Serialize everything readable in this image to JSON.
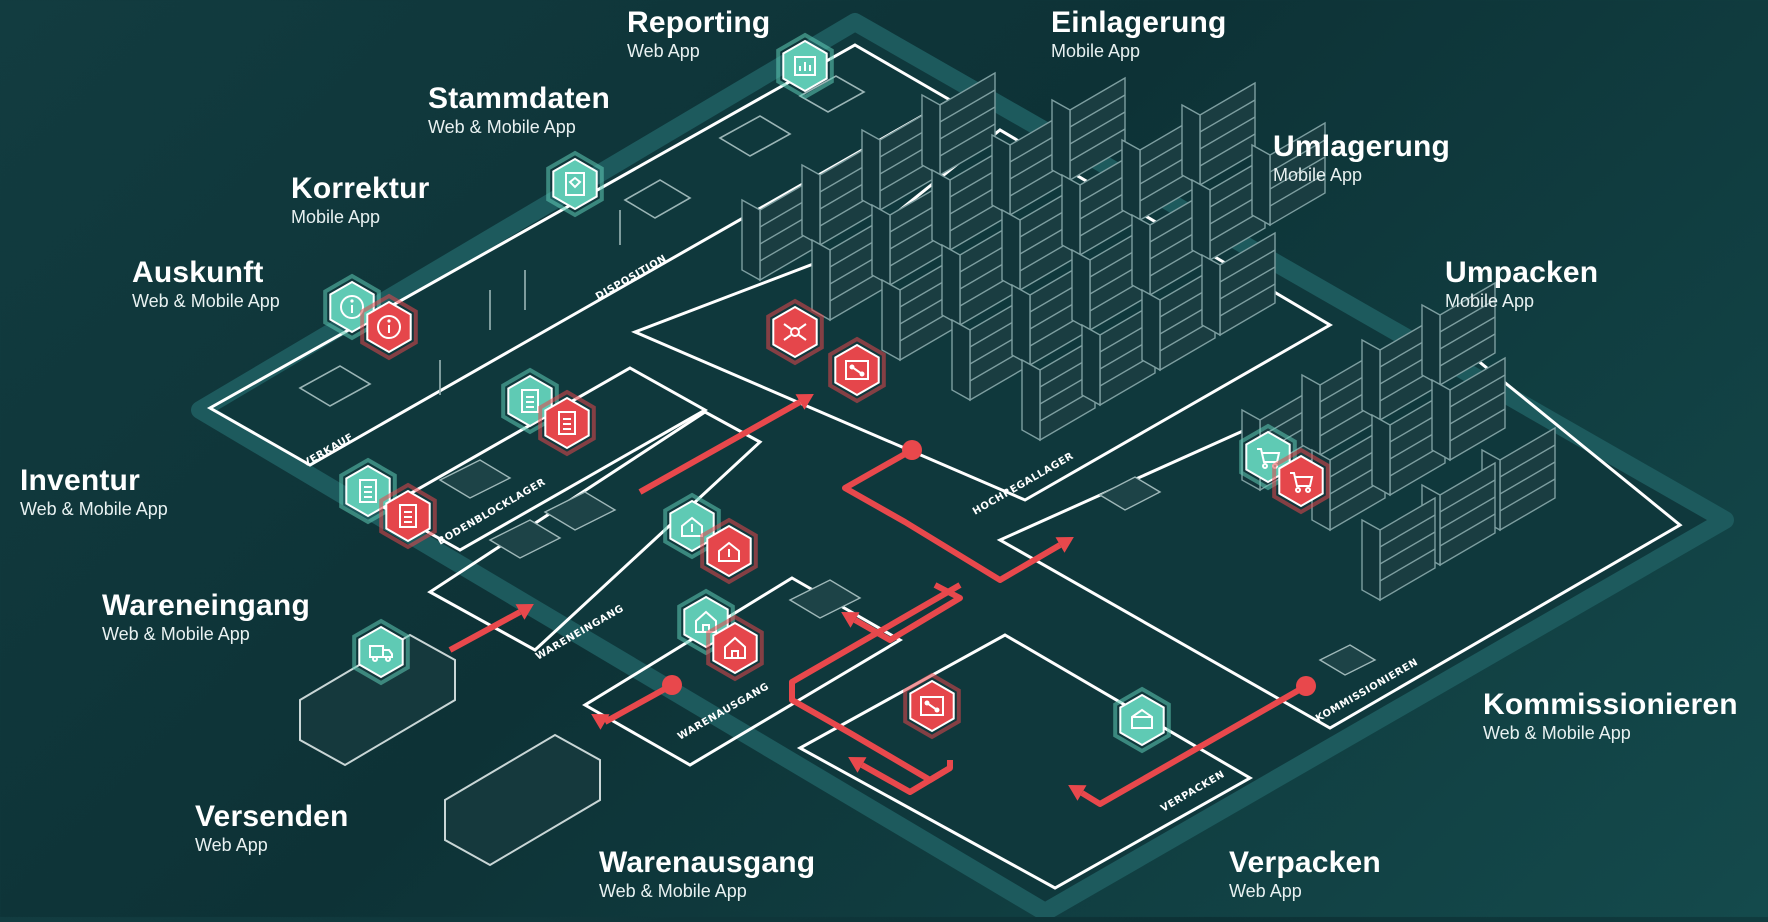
{
  "colors": {
    "background": "#0f3a3e",
    "outline": "#ffffff",
    "badge_teal": "#5fcab4",
    "badge_red": "#e5464b",
    "flow": "#e8484c"
  },
  "modules": [
    {
      "id": "reporting",
      "title": "Reporting",
      "subtitle": "Web App"
    },
    {
      "id": "stammdaten",
      "title": "Stammdaten",
      "subtitle": "Web & Mobile App"
    },
    {
      "id": "korrektur",
      "title": "Korrektur",
      "subtitle": "Mobile App"
    },
    {
      "id": "auskunft",
      "title": "Auskunft",
      "subtitle": "Web & Mobile App"
    },
    {
      "id": "inventur",
      "title": "Inventur",
      "subtitle": "Web & Mobile App"
    },
    {
      "id": "wareneingang",
      "title": "Wareneingang",
      "subtitle": "Web & Mobile App"
    },
    {
      "id": "versenden",
      "title": "Versenden",
      "subtitle": "Web App"
    },
    {
      "id": "warenausgang",
      "title": "Warenausgang",
      "subtitle": "Web & Mobile App"
    },
    {
      "id": "verpacken",
      "title": "Verpacken",
      "subtitle": "Web App"
    },
    {
      "id": "kommissionieren",
      "title": "Kommissionieren",
      "subtitle": "Web & Mobile App"
    },
    {
      "id": "umpacken",
      "title": "Umpacken",
      "subtitle": "Mobile App"
    },
    {
      "id": "umlagerung",
      "title": "Umlagerung",
      "subtitle": "Mobile App"
    },
    {
      "id": "einlagerung",
      "title": "Einlagerung",
      "subtitle": "Mobile App"
    }
  ],
  "zones": [
    {
      "id": "disposition",
      "label": "DISPOSITION"
    },
    {
      "id": "verkauf",
      "label": "VERKAUF"
    },
    {
      "id": "bodenblocklager",
      "label": "BODENBLOCKLAGER"
    },
    {
      "id": "wareneingang",
      "label": "WARENEINGANG"
    },
    {
      "id": "warenausgang",
      "label": "WARENAUSGANG"
    },
    {
      "id": "hochregallager",
      "label": "HOCHREGALLAGER"
    },
    {
      "id": "kommissionieren",
      "label": "KOMMISSIONIEREN"
    },
    {
      "id": "verpacken",
      "label": "VERPACKEN"
    }
  ],
  "badges": [
    {
      "name": "reporting-chart-icon",
      "color": "teal",
      "symbol": "chart"
    },
    {
      "name": "stammdaten-data-icon",
      "color": "teal",
      "symbol": "data"
    },
    {
      "name": "auskunft-info-icon",
      "color": "teal",
      "symbol": "info"
    },
    {
      "name": "auskunft-info-icon-red",
      "color": "red",
      "symbol": "info"
    },
    {
      "name": "korrektur-edit-icon",
      "color": "teal",
      "symbol": "edit"
    },
    {
      "name": "korrektur-edit-icon-red",
      "color": "red",
      "symbol": "edit"
    },
    {
      "name": "inventur-list-icon",
      "color": "teal",
      "symbol": "list"
    },
    {
      "name": "inventur-list-icon-red",
      "color": "red",
      "symbol": "list"
    },
    {
      "name": "einlagerung-box-in-icon",
      "color": "teal",
      "symbol": "boxin"
    },
    {
      "name": "einlagerung-box-in-icon-red",
      "color": "red",
      "symbol": "boxin"
    },
    {
      "name": "warenausgang-house-icon",
      "color": "teal",
      "symbol": "house"
    },
    {
      "name": "warenausgang-house-icon-red",
      "color": "red",
      "symbol": "house"
    },
    {
      "name": "versenden-truck-icon",
      "color": "teal",
      "symbol": "truck"
    },
    {
      "name": "umlagerung-move-icon",
      "color": "red",
      "symbol": "move"
    },
    {
      "name": "umlagerung-transfer-icon",
      "color": "red",
      "symbol": "transfer"
    },
    {
      "name": "kommissionieren-cart-icon",
      "color": "teal",
      "symbol": "cart"
    },
    {
      "name": "kommissionieren-cart-icon-red",
      "color": "red",
      "symbol": "cart"
    },
    {
      "name": "verpacken-route-icon",
      "color": "red",
      "symbol": "transfer"
    },
    {
      "name": "verpacken-package-icon",
      "color": "teal",
      "symbol": "package"
    }
  ]
}
